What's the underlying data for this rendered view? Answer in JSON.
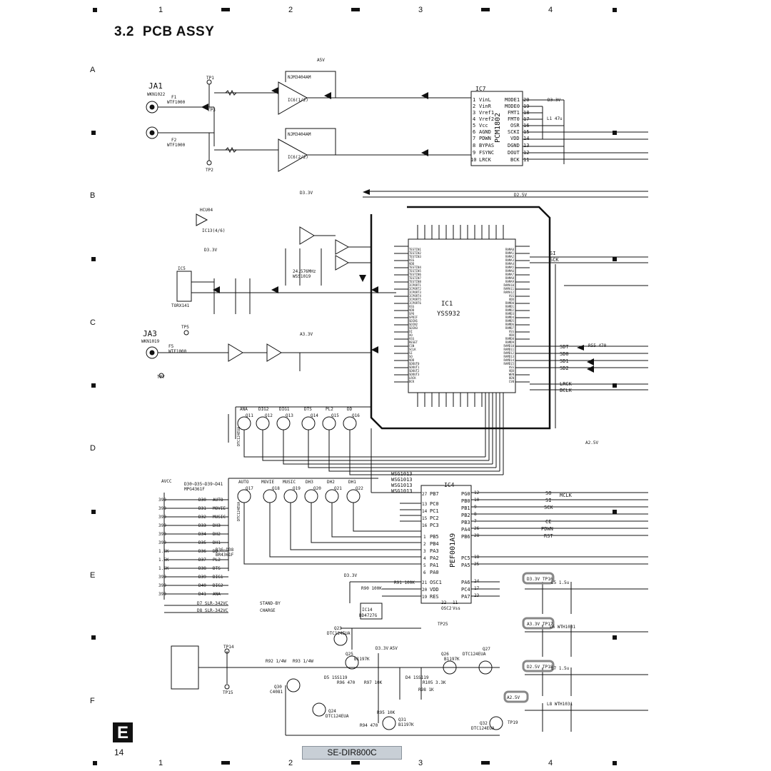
{
  "page": {
    "section": "3.2",
    "title": "PCB ASSY",
    "page_number": "14",
    "model": "SE-DIR800C",
    "tab_letter": "E"
  },
  "grid": {
    "columns": [
      "1",
      "2",
      "3",
      "4"
    ],
    "rows": [
      "A",
      "B",
      "C",
      "D",
      "E",
      "F"
    ]
  },
  "labels": {
    "ja1": "JA1",
    "ja1_part": "WKN1022",
    "ja3": "JA3",
    "ja3_part": "WKN1019",
    "f1": "F1",
    "f1_part": "WTF1000",
    "f2": "F2",
    "f2_part": "WTF1000",
    "f5": "F5",
    "f5_part": "WTF1000",
    "ic6a": "IC6(1/2)",
    "ic6b": "IC6(2/2)",
    "ic6_part": "NJM3404AM",
    "ic7": "IC7",
    "ic7_part": "PCM1802",
    "ic1": "IC1",
    "ic1_part": "YSS932",
    "ic4": "IC4",
    "ic4_part": "PEF001A9",
    "ic5": "IC5",
    "ic5_part": "TORX141",
    "ic13": "IC13(4/6)",
    "hcu04": "HCU04",
    "x1": "24.576MHz",
    "x1_part": "WSS1019",
    "ic14": "IC14",
    "ic14_part": "BD4727G",
    "wsg": [
      "WSG1013",
      "WSG1013",
      "WSG1013",
      "WSG1013"
    ],
    "ic7_pins_left": [
      "VinL",
      "VinR",
      "Vref1",
      "Vref2",
      "Vcc",
      "AGND",
      "PDWN",
      "BYPAS",
      "FSYNC",
      "LRCK"
    ],
    "ic7_pins_left_nums": [
      "1",
      "2",
      "3",
      "4",
      "5",
      "6",
      "7",
      "8",
      "9",
      "10"
    ],
    "ic7_pins_right": [
      "MODE1",
      "MODE0",
      "FMT1",
      "FMT0",
      "OSR",
      "SCKI",
      "VDD",
      "DGND",
      "DOUT",
      "BCK"
    ],
    "ic7_pins_right_nums": [
      "20",
      "19",
      "18",
      "17",
      "16",
      "15",
      "14",
      "13",
      "12",
      "11"
    ],
    "ic4_pins_left": [
      "PB7",
      "PC0",
      "PC1",
      "PC2",
      "PC3",
      "PB5",
      "PB4",
      "PA3",
      "PA2",
      "PA1",
      "PA0",
      "OSC1",
      "VDD",
      "RES",
      "OSC2",
      "Vss"
    ],
    "ic4_pins_left_nums": [
      "27",
      "13",
      "14",
      "15",
      "16",
      "1",
      "2",
      "3",
      "4",
      "5",
      "6",
      "21",
      "20",
      "19",
      "22",
      "11"
    ],
    "ic4_pins_right": [
      "PG0",
      "PB0",
      "PB1",
      "PB2",
      "PB3",
      "PA4",
      "PB6",
      "PC5",
      "PA5",
      "PA6",
      "PC4",
      "PA7"
    ],
    "ic4_pins_right_nums": [
      "12",
      "10",
      "9",
      "8",
      "7",
      "26",
      "28",
      "18",
      "25",
      "24",
      "17",
      "23"
    ],
    "bus_right": [
      "SI",
      "SCK",
      "SDT",
      "SD0",
      "SD1",
      "SD2",
      "LRCK",
      "BCLK",
      "MCLK"
    ],
    "ic4_nets": [
      "SO",
      "SI",
      "SCK",
      "CE",
      "PDWN",
      "RST"
    ],
    "transistors_top": [
      "Q11",
      "Q12",
      "Q13",
      "Q14",
      "Q15",
      "Q16"
    ],
    "transistors_top_tags": [
      "ANA",
      "DIG2",
      "DIG1",
      "DTS",
      "PL2",
      "DD"
    ],
    "transistors_mid": [
      "Q17",
      "Q18",
      "Q19",
      "Q20",
      "Q21",
      "Q22"
    ],
    "transistors_mid_tags": [
      "AUTO",
      "MOVIE",
      "MUSIC",
      "DH3",
      "DH2",
      "DH1"
    ],
    "trans_part": "DTC124EUA",
    "led_names": [
      "AUTO",
      "MOVIE",
      "MUSIC",
      "DH3",
      "DH2",
      "DH1",
      "DD",
      "PL2",
      "DTS",
      "DIG1",
      "DIG2",
      "ANA"
    ],
    "led_refs": [
      "D30",
      "D31",
      "D32",
      "D33",
      "D34",
      "D35",
      "D36",
      "D37",
      "D38",
      "D39",
      "D40",
      "D41"
    ],
    "led_res": [
      "390",
      "390",
      "390",
      "390",
      "390",
      "390",
      "1.5K",
      "1.5K",
      "1.5K",
      "390",
      "390",
      "390"
    ],
    "led_part_a": "D30~D35~D39~D41",
    "led_part_a2": "MPG4361F",
    "led_part_b": "D36~D38",
    "led_part_b2": "BR4361F",
    "standby": "STAND-BY",
    "charge": "CHARGE",
    "d7": "D7 SLR-342VC",
    "d8": "D8 SLR-342VC",
    "power": [
      "D3.3V",
      "A3.3V",
      "D2.5V",
      "A2.5V",
      "A5V",
      "AVCC"
    ],
    "tps": [
      "TP1",
      "TP2",
      "TP3",
      "TP5",
      "TP7",
      "TP14",
      "TP15",
      "TP16",
      "TP17",
      "TP18",
      "TP19",
      "TP25"
    ],
    "q_bottom": [
      "Q23",
      "Q24",
      "Q25",
      "Q26",
      "Q27",
      "Q30",
      "Q31",
      "Q32"
    ],
    "q_bottom_parts": [
      "DTC124EUA",
      "DTC124EUA",
      "B1197K",
      "B1197K",
      "DTC124EUA",
      "C4081",
      "B1197K",
      "DTC124EUA"
    ],
    "d_bottom": [
      "D5 1SS119",
      "D4 1SS119"
    ],
    "misc_res": [
      "R92 1/4W",
      "R93 1/4W",
      "R96 470",
      "R97 10K",
      "R98 1K",
      "R105 3.3K",
      "R94 470",
      "R95 10K",
      "R91 100K",
      "R90 100K",
      "R55 470"
    ],
    "filters": [
      "L5 1.5u",
      "L6 WTH1031",
      "L7 1.5u",
      "L8 WTH1031"
    ],
    "inductor_top": "L1 47u",
    "ic1_left_pins": [
      "TESTIN1",
      "TESTIN2",
      "TESTIN3",
      "VSS",
      "VDD",
      "TESTIN4",
      "TESTIN5",
      "TESTIN6",
      "TESTIN7",
      "TESTIN8",
      "ICPORT1",
      "ICPORT2",
      "ICPORT3",
      "ICPORT4",
      "ICPORT5",
      "ICPORT6",
      "VSS",
      "VDD",
      "SPO",
      "SPDIF",
      "SDIN1",
      "SDIN2",
      "SDIN3",
      "XI",
      "XO",
      "VSS",
      "RESET",
      "CSN",
      "SCLK",
      "SI",
      "SO",
      "VDD",
      "SDOUT0",
      "SDOUT1",
      "SDOUT2",
      "SDOUT3",
      "LRCK",
      "BCK"
    ],
    "ic1_right_pins": [
      "RAMA0",
      "RAMA1",
      "RAMA2",
      "RAMA3",
      "RAMA4",
      "RAMA5",
      "RAMA6",
      "RAMA7",
      "RAMA8",
      "RAMA9",
      "RAMA10",
      "RAMA11",
      "RAMA12",
      "VSS",
      "VDD",
      "RAMD0",
      "RAMD1",
      "RAMD2",
      "RAMD3",
      "RAMD4",
      "RAMD5",
      "RAMD6",
      "RAMD7",
      "VSS",
      "VDD",
      "RAMD8",
      "RAMD9",
      "RAMD10",
      "RAMD11",
      "RAMD12",
      "RAMD13",
      "RAMD14",
      "RAMD15",
      "VSS",
      "VDD",
      "WEN",
      "OEN",
      "CSN"
    ]
  }
}
